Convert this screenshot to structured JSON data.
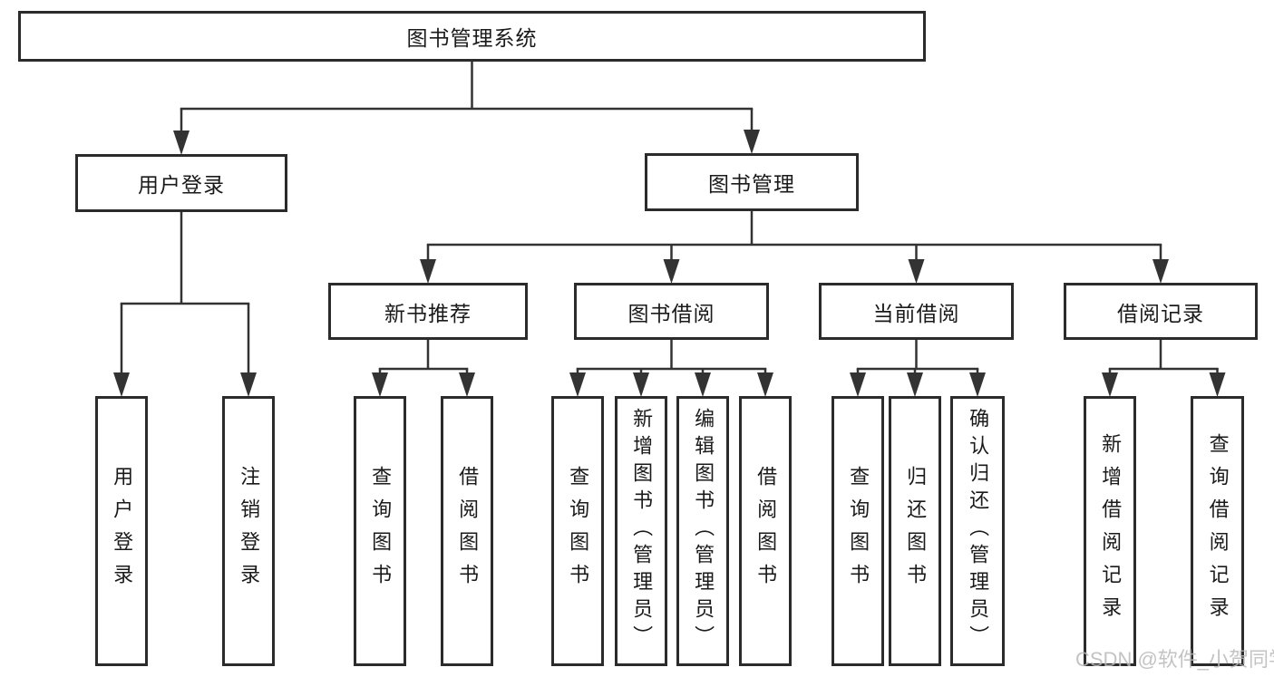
{
  "diagram": {
    "nodes": [
      {
        "id": "system",
        "label": "图书管理系统"
      },
      {
        "id": "user-login",
        "label": "用户登录"
      },
      {
        "id": "book-management",
        "label": "图书管理"
      },
      {
        "id": "new-book-recommend",
        "label": "新书推荐"
      },
      {
        "id": "book-borrowing",
        "label": "图书借阅"
      },
      {
        "id": "current-borrowing",
        "label": "当前借阅"
      },
      {
        "id": "borrowing-records",
        "label": "借阅记录"
      },
      {
        "id": "leaf-user-login",
        "label": "用户登录"
      },
      {
        "id": "leaf-logout-login",
        "label": "注销登录"
      },
      {
        "id": "leaf-recommend-query-books",
        "label": "查询图书"
      },
      {
        "id": "leaf-recommend-borrow-books",
        "label": "借阅图书"
      },
      {
        "id": "leaf-borrowing-query-books",
        "label": "查询图书"
      },
      {
        "id": "leaf-borrowing-add-books",
        "label": "新增图书（管理员）"
      },
      {
        "id": "leaf-borrowing-edit-books",
        "label": "编辑图书（管理员）"
      },
      {
        "id": "leaf-borrowing-borrow-books",
        "label": "借阅图书"
      },
      {
        "id": "leaf-current-query-books",
        "label": "查询图书"
      },
      {
        "id": "leaf-current-return-books",
        "label": "归还图书"
      },
      {
        "id": "leaf-current-confirm-return",
        "label": "确认归还（管理员）"
      },
      {
        "id": "leaf-records-add-record",
        "label": "新增借阅记录"
      },
      {
        "id": "leaf-records-query-record",
        "label": "查询借阅记录"
      }
    ],
    "hierarchy": [
      {
        "parent": "system",
        "children": [
          "user-login",
          "book-management"
        ]
      },
      {
        "parent": "user-login",
        "children": [
          "leaf-user-login",
          "leaf-logout-login"
        ]
      },
      {
        "parent": "book-management",
        "children": [
          "new-book-recommend",
          "book-borrowing",
          "current-borrowing",
          "borrowing-records"
        ]
      },
      {
        "parent": "new-book-recommend",
        "children": [
          "leaf-recommend-query-books",
          "leaf-recommend-borrow-books"
        ]
      },
      {
        "parent": "book-borrowing",
        "children": [
          "leaf-borrowing-query-books",
          "leaf-borrowing-add-books",
          "leaf-borrowing-edit-books",
          "leaf-borrowing-borrow-books"
        ]
      },
      {
        "parent": "current-borrowing",
        "children": [
          "leaf-current-query-books",
          "leaf-current-return-books",
          "leaf-current-confirm-return"
        ]
      },
      {
        "parent": "borrowing-records",
        "children": [
          "leaf-records-add-record",
          "leaf-records-query-record"
        ]
      }
    ]
  },
  "watermark": {
    "text": "CSDN @软件_小贺同学"
  },
  "colors": {
    "background": "#ffffff",
    "line": "#333333",
    "box_border": "#2b2b2b",
    "text": "#1a1a1a",
    "watermark": "#b9b9b9"
  }
}
